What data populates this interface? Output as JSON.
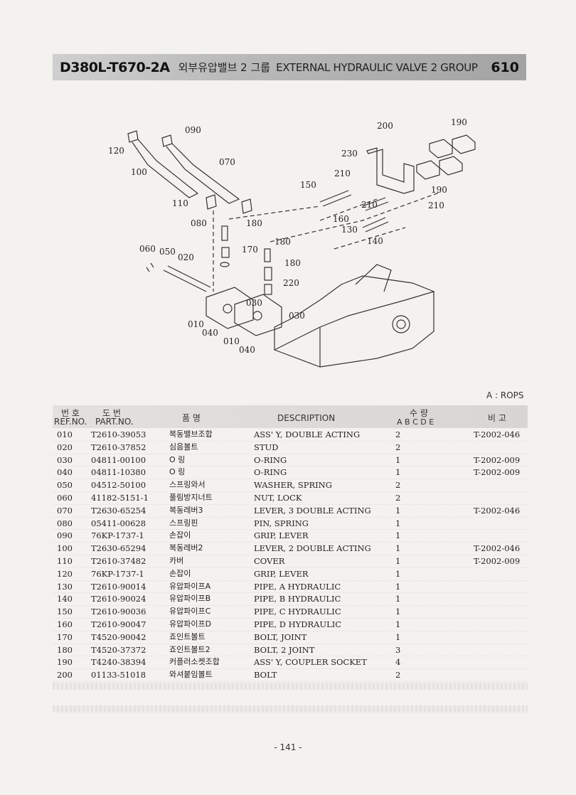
{
  "header": {
    "model": "D380L-T670-2A",
    "title_kr": "외부유압밸브 2 그룹",
    "title_en": "EXTERNAL HYDRAULIC VALVE 2 GROUP",
    "page_code": "610"
  },
  "diagram": {
    "callouts": [
      "090",
      "120",
      "070",
      "100",
      "110",
      "080",
      "180",
      "060",
      "050",
      "020",
      "200",
      "190",
      "230",
      "210",
      "150",
      "210",
      "210",
      "160",
      "130",
      "140",
      "180",
      "170",
      "180",
      "220",
      "030",
      "030",
      "010",
      "040",
      "010",
      "040",
      "190"
    ]
  },
  "note": "A : ROPS",
  "table": {
    "headers": {
      "ref_kr": "번 호",
      "ref_en": "REF.NO.",
      "part_kr": "도 번",
      "part_en": "PART.NO.",
      "name_kr": "품 명",
      "description": "DESCRIPTION",
      "qty_kr": "수 량",
      "qty_cols": "A B C D E",
      "remarks_kr": "비 고"
    },
    "rows": [
      {
        "ref": "010",
        "part": "T2610-39053",
        "kr": "복동밸브조합",
        "desc": "ASS' Y, DOUBLE ACTING",
        "qty": "2",
        "rem": "T-2002-046"
      },
      {
        "ref": "020",
        "part": "T2610-37852",
        "kr": "심음볼트",
        "desc": "STUD",
        "qty": "2",
        "rem": ""
      },
      {
        "ref": "030",
        "part": "04811-00100",
        "kr": "O 링",
        "desc": "O-RING",
        "qty": "1",
        "rem": "T-2002-009"
      },
      {
        "ref": "040",
        "part": "04811-10380",
        "kr": "O 링",
        "desc": "O-RING",
        "qty": "1",
        "rem": "T-2002-009"
      },
      {
        "ref": "050",
        "part": "04512-50100",
        "kr": "스프링와서",
        "desc": "WASHER, SPRING",
        "qty": "2",
        "rem": ""
      },
      {
        "ref": "060",
        "part": "41182-5151-1",
        "kr": "풀림방지너트",
        "desc": "NUT, LOCK",
        "qty": "2",
        "rem": ""
      },
      {
        "ref": "070",
        "part": "T2630-65254",
        "kr": "복동레버3",
        "desc": "LEVER, 3 DOUBLE ACTING",
        "qty": "1",
        "rem": "T-2002-046"
      },
      {
        "ref": "080",
        "part": "05411-00628",
        "kr": "스프링핀",
        "desc": "PIN, SPRING",
        "qty": "1",
        "rem": ""
      },
      {
        "ref": "090",
        "part": "76KP-1737-1",
        "kr": "손잡이",
        "desc": "GRIP, LEVER",
        "qty": "1",
        "rem": ""
      },
      {
        "ref": "100",
        "part": "T2630-65294",
        "kr": "복동레버2",
        "desc": "LEVER, 2 DOUBLE ACTING",
        "qty": "1",
        "rem": "T-2002-046"
      },
      {
        "ref": "110",
        "part": "T2610-37482",
        "kr": "카버",
        "desc": "COVER",
        "qty": "1",
        "rem": "T-2002-009"
      },
      {
        "ref": "120",
        "part": "76KP-1737-1",
        "kr": "손잡이",
        "desc": "GRIP, LEVER",
        "qty": "1",
        "rem": ""
      },
      {
        "ref": "130",
        "part": "T2610-90014",
        "kr": "유압파이프A",
        "desc": "PIPE, A HYDRAULIC",
        "qty": "1",
        "rem": ""
      },
      {
        "ref": "140",
        "part": "T2610-90024",
        "kr": "유압파이프B",
        "desc": "PIPE, B HYDRAULIC",
        "qty": "1",
        "rem": ""
      },
      {
        "ref": "150",
        "part": "T2610-90036",
        "kr": "유압파이프C",
        "desc": "PIPE, C HYDRAULIC",
        "qty": "1",
        "rem": ""
      },
      {
        "ref": "160",
        "part": "T2610-90047",
        "kr": "유압파이프D",
        "desc": "PIPE, D HYDRAULIC",
        "qty": "1",
        "rem": ""
      },
      {
        "ref": "170",
        "part": "T4520-90042",
        "kr": "죠인트볼트",
        "desc": "BOLT, JOINT",
        "qty": "1",
        "rem": ""
      },
      {
        "ref": "180",
        "part": "T4520-37372",
        "kr": "죠인트볼트2",
        "desc": "BOLT, 2 JOINT",
        "qty": "3",
        "rem": ""
      },
      {
        "ref": "190",
        "part": "T4240-38394",
        "kr": "커플러소켓조합",
        "desc": "ASS' Y, COUPLER SOCKET",
        "qty": "4",
        "rem": ""
      },
      {
        "ref": "200",
        "part": "01133-51018",
        "kr": "와셔붙임볼트",
        "desc": "BOLT",
        "qty": "2",
        "rem": ""
      }
    ]
  },
  "footer": {
    "page_number": "- 141 -"
  }
}
